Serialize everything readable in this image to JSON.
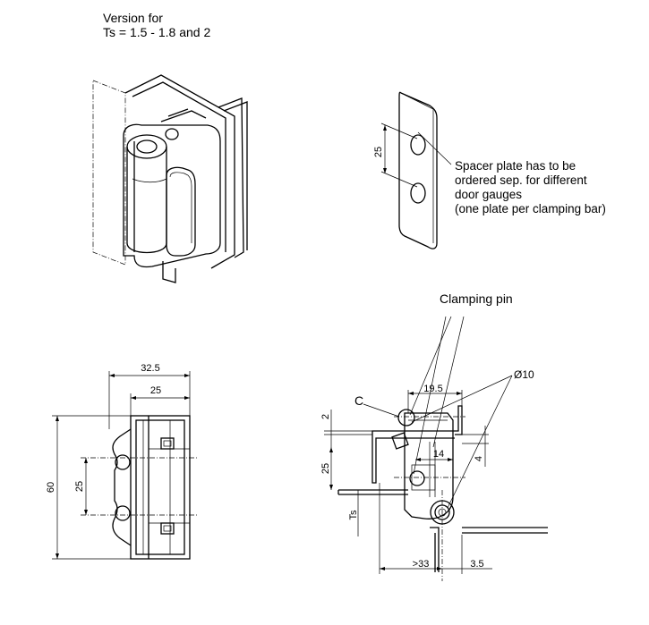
{
  "header": {
    "version_line1": "Version for",
    "version_line2": "Ts = 1.5 - 1.8 and 2"
  },
  "spacer_note": {
    "line1": "Spacer plate has to be",
    "line2": "ordered sep. for different",
    "line3": "door gauges",
    "line4": "(one plate per clamping bar)"
  },
  "labels": {
    "clamping_pin": "Clamping pin",
    "c_label": "C"
  },
  "dimensions": {
    "spacer_hole_pitch": "25",
    "front_width_overall": "32.5",
    "front_width_body": "25",
    "front_height_overall": "60",
    "front_hole_pitch": "25",
    "side_depth": "19.5",
    "side_offset_14": "14",
    "side_offset_4": "4",
    "side_gap_2": "2",
    "side_pitch_25": "25",
    "side_ts": "Ts",
    "side_min_33": ">33",
    "side_3_5": "3.5",
    "side_diameter": "Ø10"
  }
}
